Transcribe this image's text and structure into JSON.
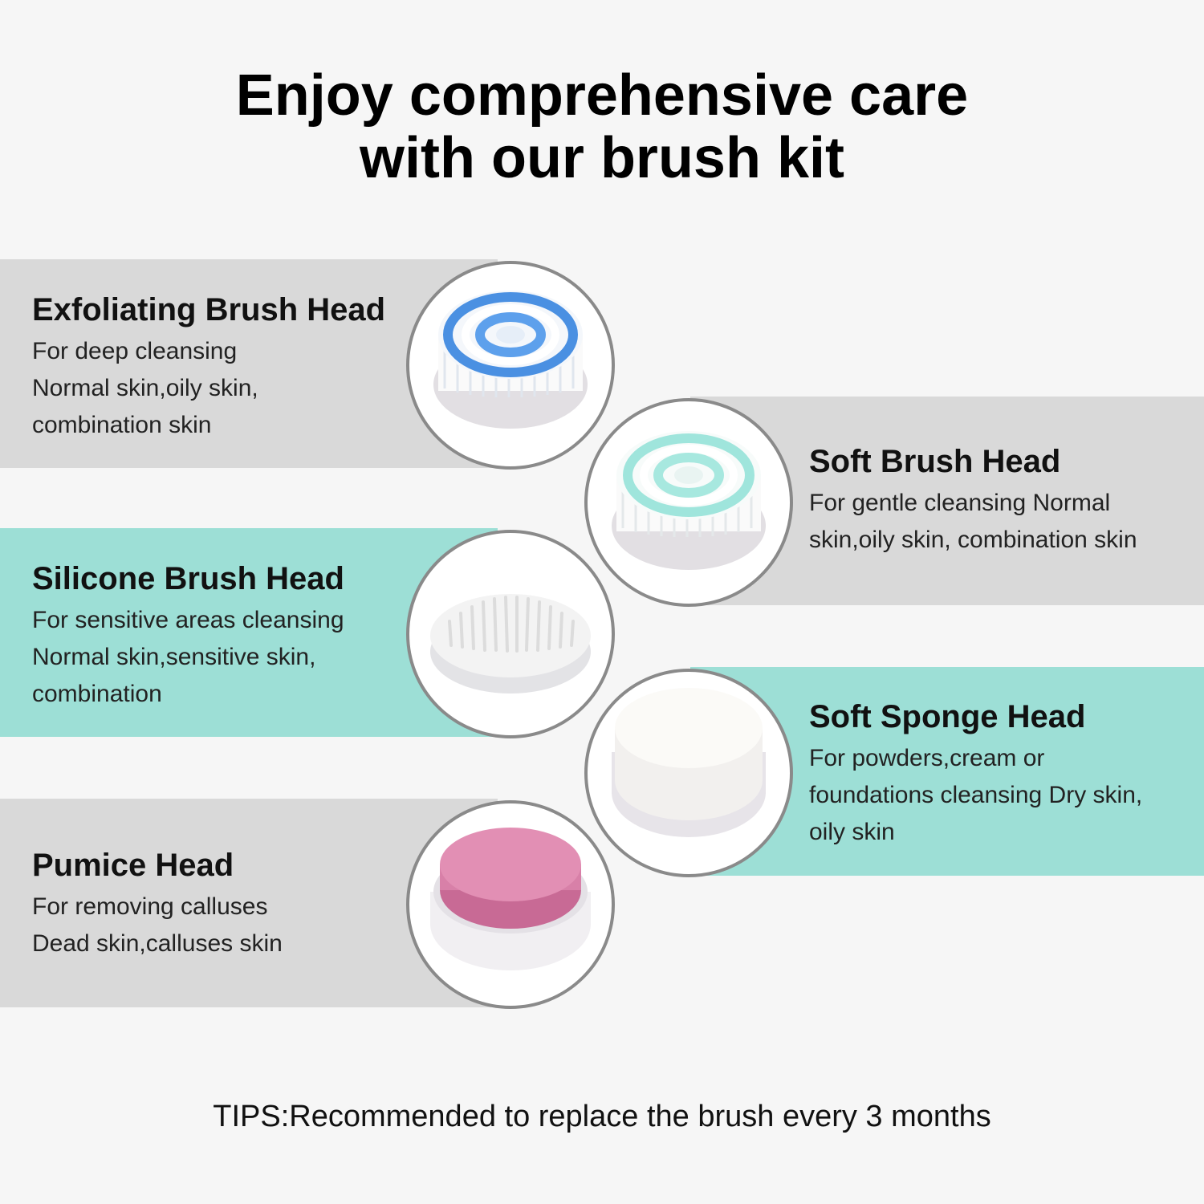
{
  "title": {
    "line1": "Enjoy comprehensive care",
    "line2": "with our brush kit"
  },
  "heads": [
    {
      "name": "Exfoliating Brush Head",
      "lines": [
        "For deep cleansing",
        "Normal skin,oily skin,",
        "combination skin"
      ],
      "band_color": "#d9d9d9",
      "icon": "exfoliating-brush-icon"
    },
    {
      "name": "Soft Brush Head",
      "lines": [
        "For gentle cleansing Normal",
        "skin,oily skin, combination skin"
      ],
      "band_color": "#d9d9d9",
      "icon": "soft-brush-icon"
    },
    {
      "name": "Silicone Brush Head",
      "lines": [
        "For sensitive areas cleansing",
        "Normal skin,sensitive skin,",
        "combination"
      ],
      "band_color": "#9ddfd6",
      "icon": "silicone-brush-icon"
    },
    {
      "name": "Soft Sponge Head",
      "lines": [
        "For powders,cream or",
        "foundations cleansing Dry skin,",
        "oily skin"
      ],
      "band_color": "#9ddfd6",
      "icon": "sponge-head-icon"
    },
    {
      "name": "Pumice Head",
      "lines": [
        "For removing calluses",
        "Dead skin,calluses skin"
      ],
      "band_color": "#d9d9d9",
      "icon": "pumice-head-icon"
    }
  ],
  "tips": "TIPS:Recommended to replace the brush every 3 months"
}
